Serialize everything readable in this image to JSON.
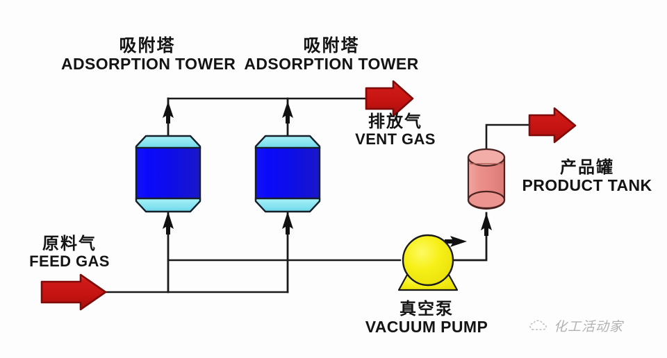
{
  "diagram": {
    "title_cn": "",
    "background_color": "#fdfdfd",
    "labels": {
      "tower_1": {
        "cn": "吸附塔",
        "en": "ADSORPTION TOWER"
      },
      "tower_2": {
        "cn": "吸附塔",
        "en": "ADSORPTION TOWER"
      },
      "vent_gas": {
        "cn": "排放气",
        "en": "VENT GAS"
      },
      "feed_gas": {
        "cn": "原料气",
        "en": "FEED GAS"
      },
      "vacuum_pump": {
        "cn": "真空泵",
        "en": "VACUUM PUMP"
      },
      "product_tank": {
        "cn": "产品罐",
        "en": "PRODUCT TANK"
      }
    },
    "watermark": {
      "text": "化工活动家",
      "logo": "cloud-logo-icon"
    },
    "colors": {
      "tower_body": "#0B0BF0",
      "tower_cap": "#8FE8F2",
      "tank_body": "#E98A86",
      "tank_cap": "#EFA19C",
      "pump_body": "#F5EE12",
      "arrow_red": "#CC1715",
      "arrow_red_dark": "#8E0E0D",
      "pipe": "#1A1A1A"
    },
    "equipment": [
      {
        "name": "adsorption-tower-1",
        "type": "octagonal-vessel"
      },
      {
        "name": "adsorption-tower-2",
        "type": "octagonal-vessel"
      },
      {
        "name": "vacuum-pump",
        "type": "centrifugal-pump"
      },
      {
        "name": "product-tank",
        "type": "cylindrical-tank"
      }
    ],
    "streams": [
      {
        "name": "feed-gas-inlet",
        "style": "red-block-arrow"
      },
      {
        "name": "vent-gas-outlet",
        "style": "red-block-arrow"
      },
      {
        "name": "product-gas-outlet",
        "style": "red-block-arrow"
      }
    ]
  }
}
